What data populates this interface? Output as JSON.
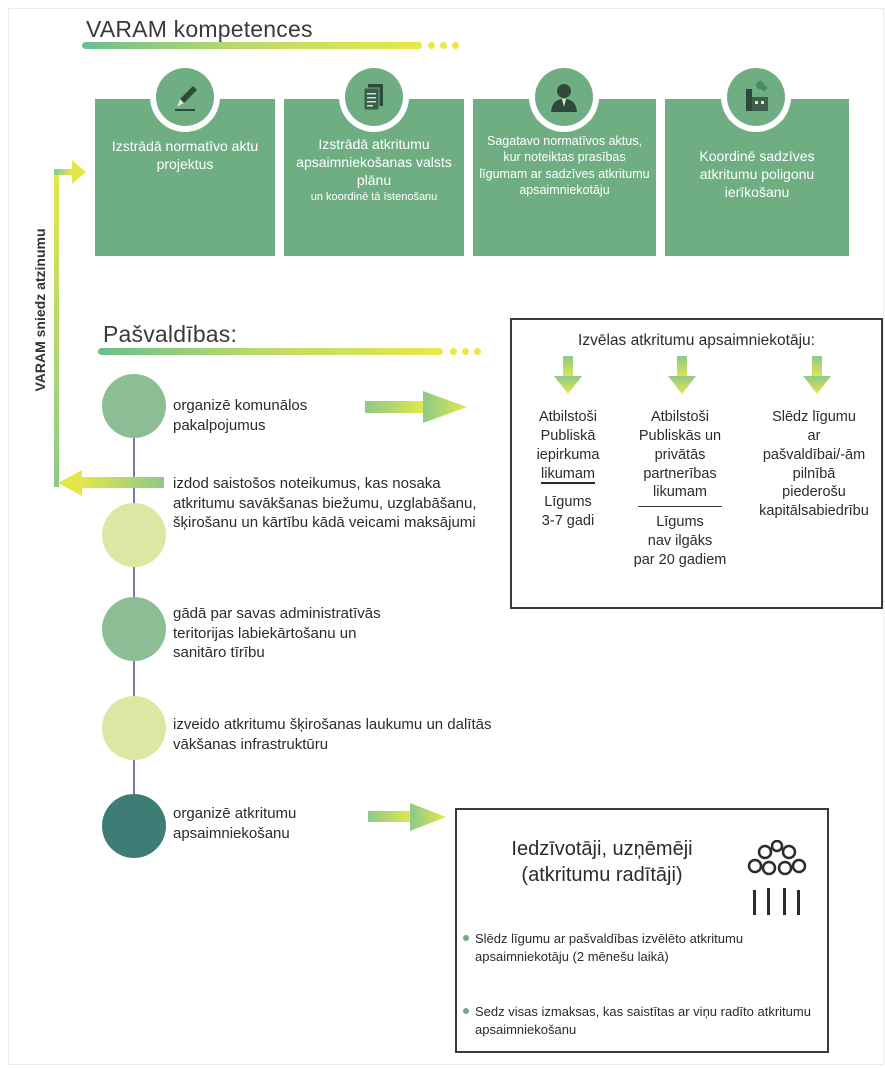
{
  "varam": {
    "title": "VARAM kompetences",
    "cards": [
      {
        "icon": "pen-icon",
        "text": "Izstrādā normatīvo aktu projektus",
        "small": ""
      },
      {
        "icon": "documents-icon",
        "text": "Izstrādā atkritumu apsaimniekošanas valsts plānu",
        "small": "un koordinē tā īstenošanu"
      },
      {
        "icon": "person-icon",
        "text": "Sagatavo normatīvos aktus, kur noteiktas prasības līgumam ar sadzīves atkritumu apsaimniekotāju",
        "small": ""
      },
      {
        "icon": "factory-icon",
        "text": "Koordinē sadzīves atkritumu poligonu ierīkošanu",
        "small": ""
      }
    ],
    "side_label": "VARAM sniedz atzinumu"
  },
  "pasvaldibas": {
    "title": "Pašvaldības:",
    "items": [
      {
        "text": "organizē komunālos pakalpojumus"
      },
      {
        "text": "izdod saistošos noteikumus, kas nosaka atkritumu savākšanas biežumu, uzglabāšanu, šķirošanu un kārtību kādā veicami maksājumi"
      },
      {
        "text": "gādā par savas administratīvās teritorijas labiekārtošanu un sanitāro tīrību"
      },
      {
        "text": "izveido atkritumu šķirošanas laukumu un dalītās vākšanas infrastruktūru"
      },
      {
        "text": "organizē atkritumu apsaimniekošanu"
      }
    ]
  },
  "choose_box": {
    "title": "Izvēlas atkritumu apsaimniekotāju:",
    "col1": {
      "line1": "Atbilstoši",
      "line2": "Publiskā",
      "line3": "iepirkuma",
      "line4": "likumam",
      "term1": "Līgums",
      "term2": "3-7 gadi"
    },
    "col2": {
      "line1": "Atbilstoši",
      "line2": "Publiskās un",
      "line3": "privātās",
      "line4": "partnerības",
      "line5": "likumam",
      "term1": "Līgums",
      "term2": "nav ilgāks",
      "term3": "par 20 gadiem"
    },
    "col3": {
      "line1": "Slēdz līgumu",
      "line2": "ar",
      "line3": "pašvaldībai/-ām",
      "line4": "pilnībā",
      "line5": "piederošu",
      "line6": "kapitālsabiedrību"
    }
  },
  "residents_box": {
    "title_line1": "Iedzīvotāji, uzņēmēji",
    "title_line2": "(atkritumu radītāji)",
    "bullets": [
      "Slēdz līgumu ar pašvaldības izvēlēto atkritumu apsaimniekotāju (2 mēnešu laikā)",
      "Sedz visas izmaksas, kas saistītas ar viņu radīto atkritumu apsaimniekošanu"
    ]
  },
  "colors": {
    "card_green": "#6fae83",
    "circle_mid": "#8cbd95",
    "circle_light": "#dbe8a3",
    "circle_dark": "#3e7d76",
    "arrow_start": "#8cc98a",
    "arrow_end": "#e3e84a"
  }
}
